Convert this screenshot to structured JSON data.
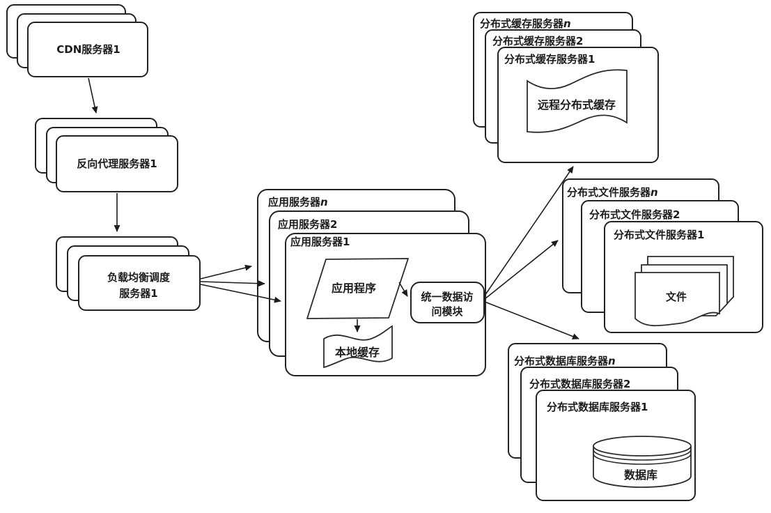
{
  "diagram_type": "distributed-architecture-flow",
  "colors": {
    "stroke": "#222222",
    "fill": "#ffffff",
    "background": "#ffffff",
    "text": "#1c1c1c"
  },
  "nodes": {
    "cdn": {
      "label": "CDN服务器1"
    },
    "reverse_proxy": {
      "label": "反向代理服务器1"
    },
    "load_balancer": {
      "label_line1": "负载均衡调度",
      "label_line2": "服务器1"
    },
    "app_server": {
      "stack_back": {
        "prefix": "应用服务器",
        "suffix": "n"
      },
      "stack_mid": "应用服务器2",
      "stack_front": "应用服务器1",
      "application": "应用程序",
      "local_cache": "本地缓存",
      "data_access_module": {
        "line1": "统一数据访",
        "line2": "问模块"
      }
    },
    "cache_server": {
      "stack_back": {
        "prefix": "分布式缓存服务器",
        "suffix": "n"
      },
      "stack_mid": "分布式缓存服务器2",
      "stack_front": "分布式缓存服务器1",
      "content": "远程分布式缓存"
    },
    "file_server": {
      "stack_back": {
        "prefix": "分布式文件服务器",
        "suffix": "n"
      },
      "stack_mid": "分布式文件服务器2",
      "stack_front": "分布式文件服务器1",
      "content": "文件"
    },
    "db_server": {
      "stack_back": {
        "prefix": "分布式数据库服务器",
        "suffix": "n"
      },
      "stack_mid": "分布式数据库服务器2",
      "stack_front": "分布式数据库服务器1",
      "content": "数据库"
    }
  },
  "edges": [
    "cdn -> reverse_proxy",
    "reverse_proxy -> load_balancer",
    "load_balancer -> app_server (x3)",
    "application -> data_access_module",
    "application -> local_cache",
    "data_access_module -> cache_server",
    "data_access_module -> file_server",
    "data_access_module -> db_server"
  ]
}
